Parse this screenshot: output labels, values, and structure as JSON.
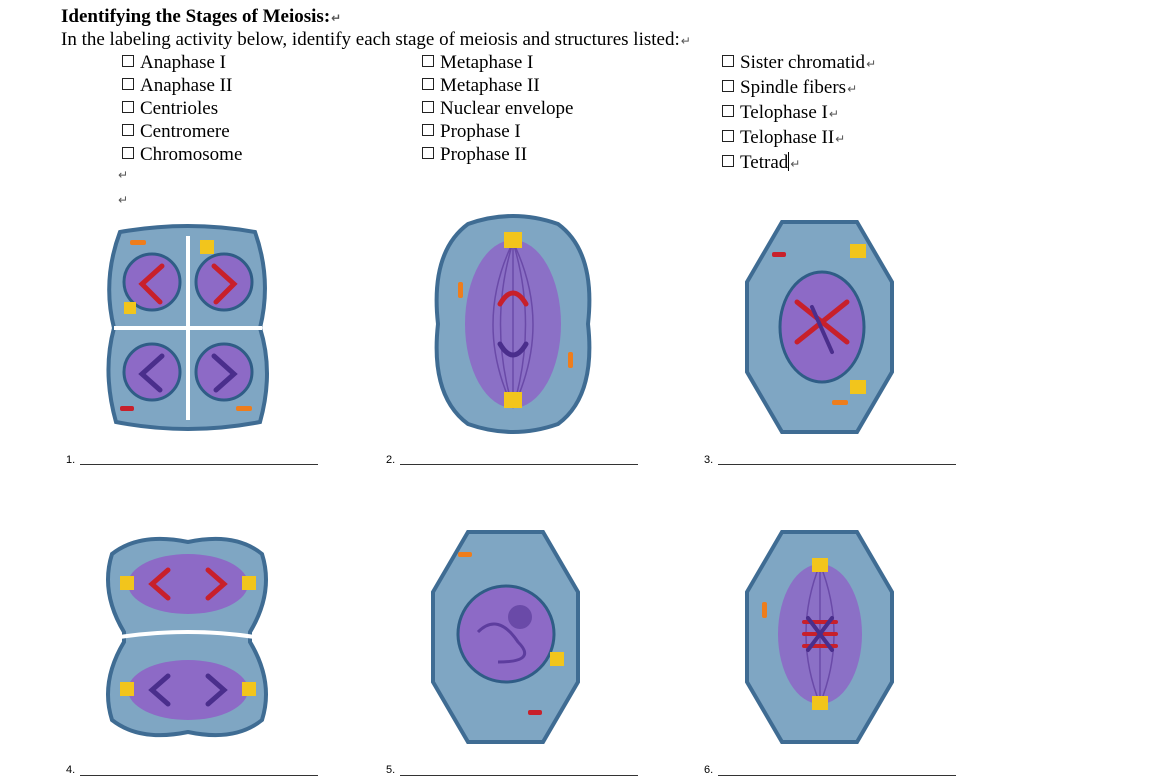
{
  "header": {
    "title": "Identifying the Stages of Meiosis:",
    "instructions": "In the labeling activity below, identify each stage of meiosis and structures listed:"
  },
  "return_mark": "↵",
  "terms": {
    "col1": [
      "Anaphase I",
      "Anaphase II",
      "Centrioles",
      "Centromere",
      "Chromosome"
    ],
    "col2": [
      "Metaphase I",
      "Metaphase II",
      "Nuclear envelope",
      "Prophase I",
      "Prophase II"
    ],
    "col3": [
      "Sister chromatid",
      "Spindle fibers",
      "Telophase I",
      "Telophase II",
      "Tetrad"
    ]
  },
  "figures": [
    {
      "number": "1.",
      "image": "four-cell-telophase-model"
    },
    {
      "number": "2.",
      "image": "spindle-cell-model"
    },
    {
      "number": "3.",
      "image": "nucleus-crossing-chromosomes-model"
    },
    {
      "number": "4.",
      "image": "two-cell-dividing-model"
    },
    {
      "number": "5.",
      "image": "round-nucleus-cell-model"
    },
    {
      "number": "6.",
      "image": "tetrad-metaphase-model"
    }
  ],
  "colors": {
    "cell_fill": "#7fa6c3",
    "cell_edge": "#3f6c93",
    "nucleus": "#8d6ac6",
    "chromosome_red": "#c8202b",
    "chromosome_purple": "#4a2e8c",
    "centriole": "#f2c51c",
    "organelle_orange": "#ee7d1c"
  }
}
